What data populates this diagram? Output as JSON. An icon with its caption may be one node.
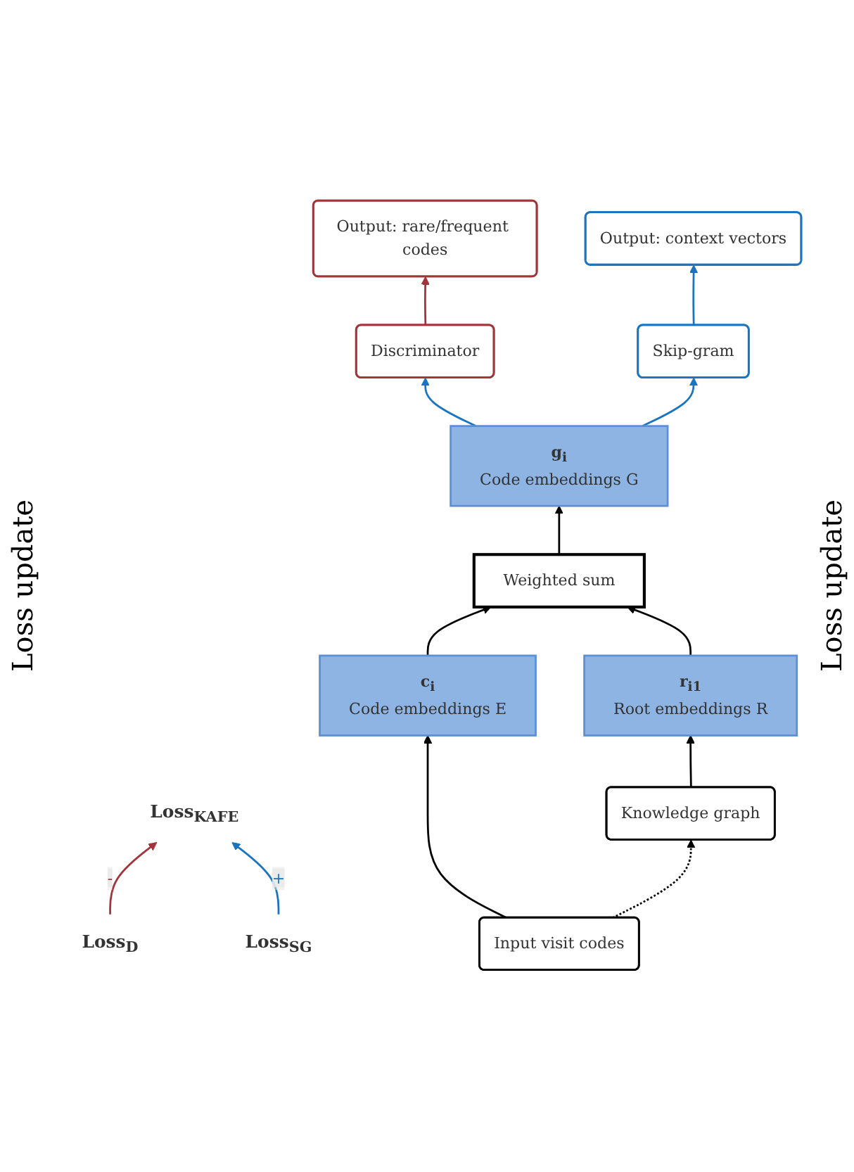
{
  "diagram": {
    "nodes": [
      {
        "text": [
          "Loss$_{KAFE}$"
        ]
      },
      {
        "text": [
          "Loss$_{D}$"
        ]
      },
      {
        "text": [
          "Loss$_{SG}$"
        ]
      },
      {
        "text": [
          "Output: rare/frequent codes"
        ]
      },
      {
        "text": [
          "Output: context vectors"
        ]
      },
      {
        "text": [
          "Discriminator"
        ]
      },
      {
        "text": [
          "Skip-gram"
        ]
      },
      {
        "text": [
          "g$_{i}$",
          "Code embeddings G"
        ]
      },
      {
        "text": [
          "Weighted sum"
        ]
      },
      {
        "text": [
          "c$_{i}$",
          "Code embeddings E"
        ]
      },
      {
        "text": [
          "r$_{i1}$",
          "Root embeddings R"
        ]
      },
      {
        "text": [
          "Input visit codes"
        ]
      },
      {
        "text": [
          "Knowledge graph"
        ]
      }
    ],
    "edges": [
      {
        "from": 1,
        "to": 0,
        "arrow": "to",
        "label": "-",
        "color": "#a3343a"
      },
      {
        "from": 2,
        "to": 0,
        "arrow": "to",
        "label": "+",
        "color": "#1a74c4"
      },
      {
        "from": 5,
        "to": 3,
        "arrow": "to",
        "color": "#a3343a"
      },
      {
        "from": 6,
        "to": 4,
        "arrow": "to",
        "color": "#1a74c4"
      },
      {
        "from": 7,
        "to": 5,
        "arrow": "to",
        "color": "#1a74c4"
      },
      {
        "from": 7,
        "to": 6,
        "arrow": "to",
        "color": "#1a74c4"
      },
      {
        "from": 8,
        "to": 7,
        "arrow": "to"
      },
      {
        "from": 9,
        "to": 8,
        "arrow": "to"
      },
      {
        "from": 10,
        "to": 8,
        "arrow": "to"
      },
      {
        "from": 11,
        "to": 9,
        "arrow": "to"
      },
      {
        "from": 12,
        "to": 10,
        "arrow": "to"
      },
      {
        "from": 11,
        "to": 12,
        "arrow": "to",
        "style": "dashed"
      }
    ],
    "labels": [
      "Loss update",
      "Loss update"
    ]
  }
}
